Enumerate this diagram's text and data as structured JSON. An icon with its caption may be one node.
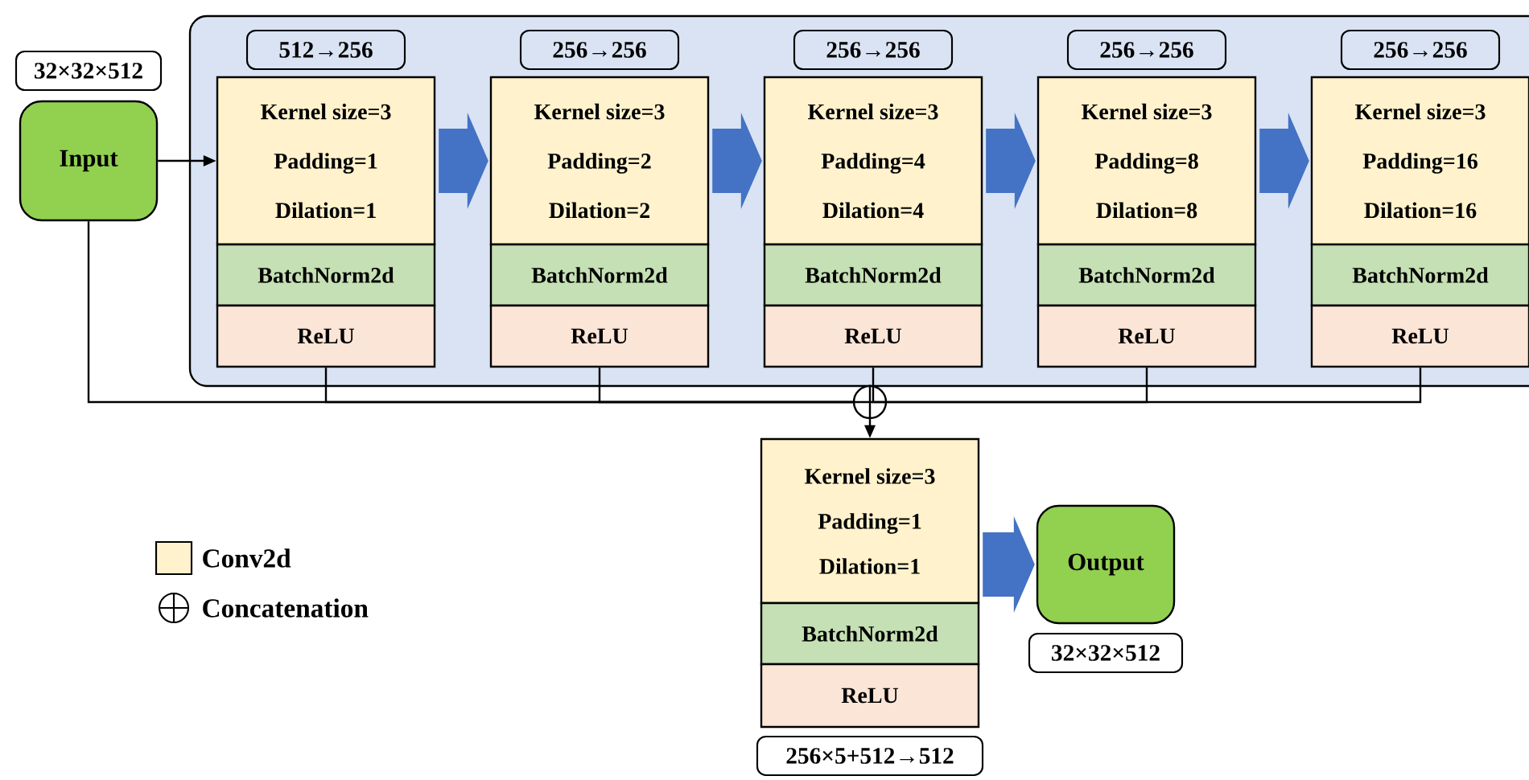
{
  "diagram": {
    "nodes": [
      {
        "text": [
          "Input"
        ],
        "beside": [
          "32×32×512"
        ]
      },
      {
        "text": [],
        "shape": "box"
      },
      {
        "text": [
          "Kernel size=3",
          "Padding=1",
          "Dilation=1"
        ],
        "beside": [
          "512→256"
        ],
        "in": 1
      },
      {
        "text": [
          "BatchNorm2d"
        ],
        "in": 1
      },
      {
        "text": [
          "ReLU"
        ],
        "in": 1
      },
      {
        "text": [
          "Kernel size=3",
          "Padding=2",
          "Dilation=2"
        ],
        "beside": [
          "256→256"
        ],
        "in": 1
      },
      {
        "text": [
          "BatchNorm2d"
        ],
        "in": 1
      },
      {
        "text": [
          "ReLU"
        ],
        "in": 1
      },
      {
        "text": [
          "Kernel size=3",
          "Padding=4",
          "Dilation=4"
        ],
        "beside": [
          "256→256"
        ],
        "in": 1
      },
      {
        "text": [
          "BatchNorm2d"
        ],
        "in": 1
      },
      {
        "text": [
          "ReLU"
        ],
        "in": 1
      },
      {
        "text": [
          "Kernel size=3",
          "Padding=8",
          "Dilation=8"
        ],
        "beside": [
          "256→256"
        ],
        "in": 1
      },
      {
        "text": [
          "BatchNorm2d"
        ],
        "in": 1
      },
      {
        "text": [
          "ReLU"
        ],
        "in": 1
      },
      {
        "text": [
          "Kernel size=3",
          "Padding=16",
          "Dilation=16"
        ],
        "beside": [
          "256→256"
        ],
        "in": 1
      },
      {
        "text": [
          "BatchNorm2d"
        ],
        "in": 1
      },
      {
        "text": [
          "ReLU"
        ],
        "in": 1
      },
      {
        "text": [],
        "shape": "circle"
      },
      {
        "text": [
          "Kernel size=3",
          "Padding=1",
          "Dilation=1"
        ]
      },
      {
        "text": [
          "BatchNorm2d"
        ]
      },
      {
        "text": [
          "ReLU"
        ],
        "beside": [
          "256×5+512→512"
        ]
      },
      {
        "text": [
          "Output"
        ],
        "beside": [
          "32×32×512"
        ]
      }
    ],
    "edges": [
      {
        "from": 0,
        "to": 2,
        "arrow": "to"
      },
      {
        "from": 2,
        "to": 5,
        "arrow": "to",
        "style": "thick",
        "color": "#4472c4"
      },
      {
        "from": 5,
        "to": 8,
        "arrow": "to",
        "style": "thick",
        "color": "#4472c4"
      },
      {
        "from": 8,
        "to": 11,
        "arrow": "to",
        "style": "thick",
        "color": "#4472c4"
      },
      {
        "from": 11,
        "to": 14,
        "arrow": "to",
        "style": "thick",
        "color": "#4472c4"
      },
      {
        "from": 0,
        "to": 17,
        "arrow": "none"
      },
      {
        "from": 4,
        "to": 17,
        "arrow": "none"
      },
      {
        "from": 7,
        "to": 17,
        "arrow": "none"
      },
      {
        "from": 10,
        "to": 17,
        "arrow": "none"
      },
      {
        "from": 13,
        "to": 17,
        "arrow": "none"
      },
      {
        "from": 16,
        "to": 17,
        "arrow": "none"
      },
      {
        "from": 17,
        "to": 18,
        "arrow": "to"
      },
      {
        "from": 18,
        "to": 21,
        "arrow": "to",
        "style": "thick",
        "color": "#4472c4"
      }
    ],
    "legend": [
      {
        "text": "Conv2d",
        "color": "#fff2cc"
      },
      {
        "text": "Concatenation"
      }
    ]
  }
}
